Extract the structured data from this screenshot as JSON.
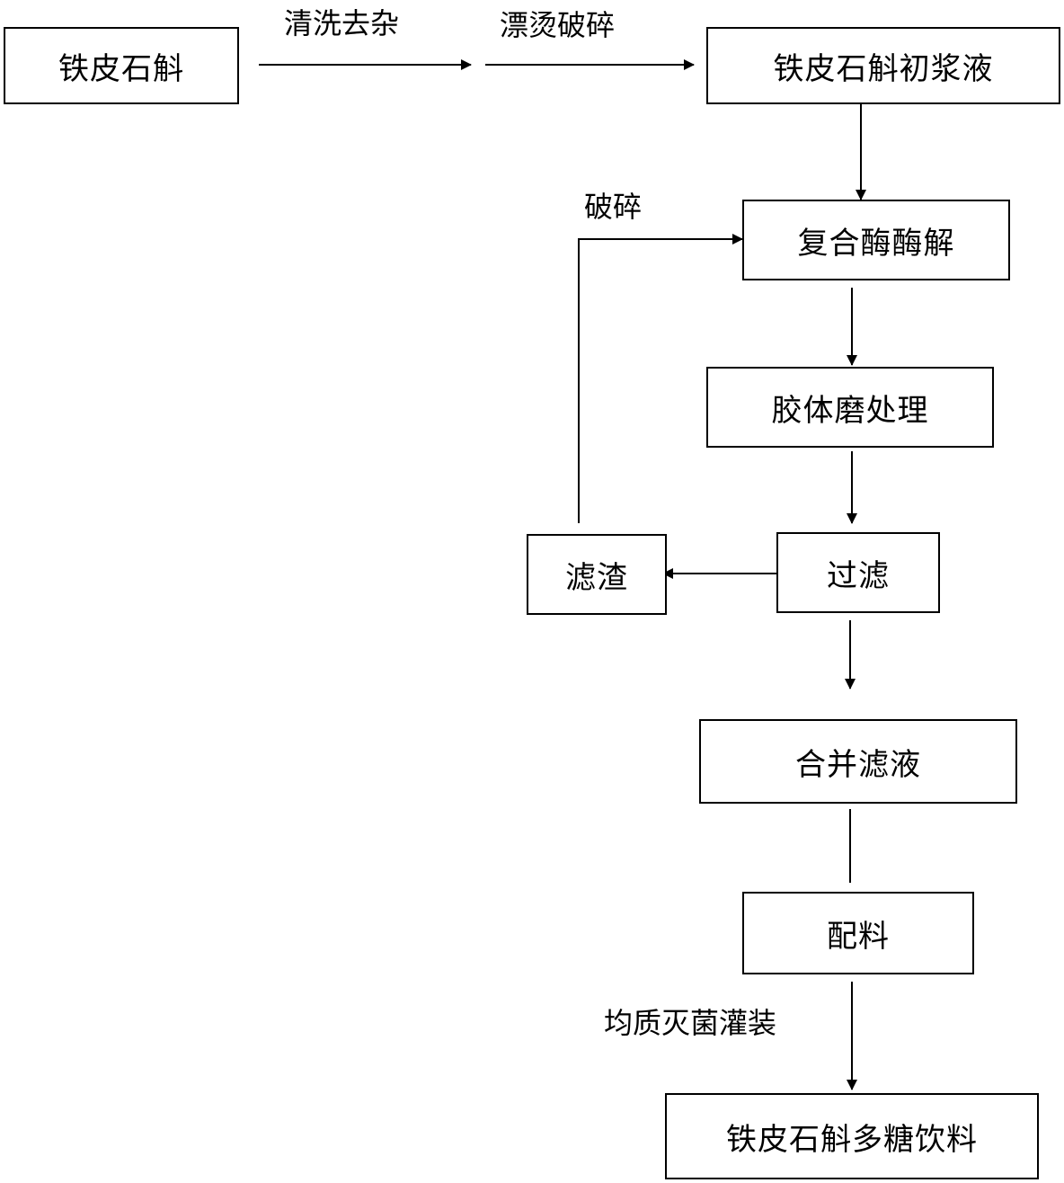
{
  "nodes": {
    "raw": "铁皮石斛",
    "pulp": "铁皮石斛初浆液",
    "enzyme": "复合酶酶解",
    "colloid": "胶体磨处理",
    "filter": "过滤",
    "residue": "滤渣",
    "merge": "合并滤液",
    "blend": "配料",
    "product": "铁皮石斛多糖饮料"
  },
  "edge_labels": {
    "wash": "清洗去杂",
    "blanch": "漂烫破碎",
    "crush": "破碎",
    "sterilize": "均质灭菌灌装"
  },
  "colors": {
    "line": "#000000",
    "background": "#ffffff"
  }
}
